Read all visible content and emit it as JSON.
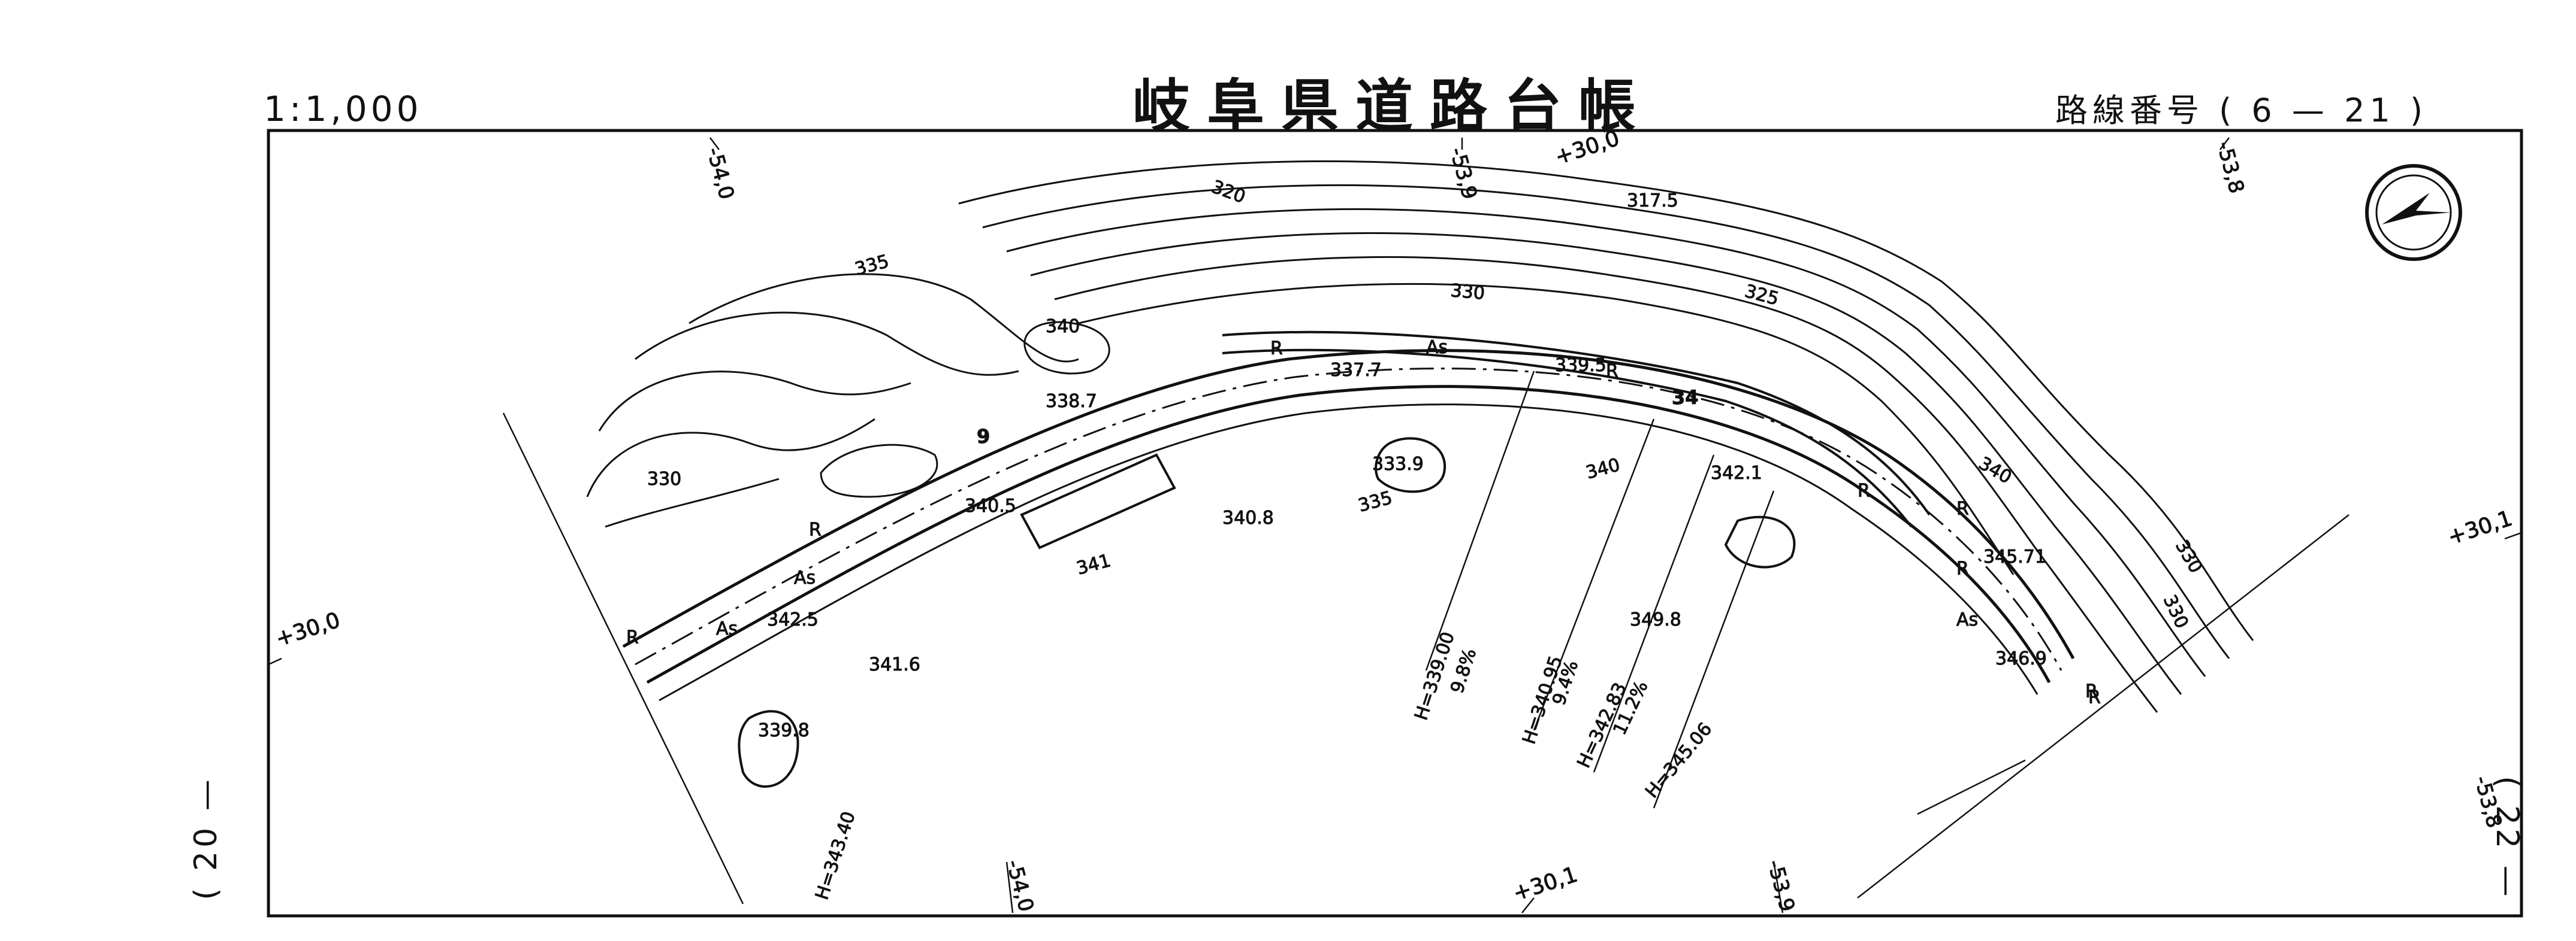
{
  "header": {
    "scale": "1:1,000",
    "title": "岐阜県道路台帳",
    "route_prefix": "路線番号",
    "route_value": "( 6 — 21 )"
  },
  "sheet_codes": {
    "left": "( 20 —",
    "right": "( 22 —"
  },
  "grid_labels": [
    "-54,0",
    "-53,9",
    "+30,0",
    "-53,8",
    "+30,1",
    "+30,0",
    "-53,8",
    "-54,0",
    "+30,1",
    "-53,9"
  ],
  "contour_labels": [
    "320",
    "317.5",
    "330",
    "325",
    "335",
    "340",
    "330",
    "340",
    "330",
    "335",
    "341",
    "340",
    "330"
  ],
  "spot_heights": [
    "337.7",
    "339.5",
    "338.7",
    "333.9",
    "340.8",
    "340.5",
    "342.1",
    "345.71",
    "349.8",
    "342.5",
    "341.6",
    "339.8",
    "346.9"
  ],
  "road_labels": [
    "R",
    "As",
    "R",
    "R",
    "As",
    "R",
    "R",
    "As",
    "R",
    "R",
    "R",
    "As",
    "R"
  ],
  "markers": [
    "9",
    "34"
  ],
  "grade_labels": [
    "H=339.00",
    "9.8%",
    "H=340.95",
    "9.4%",
    "H=342.83",
    "11.2%",
    "H=345.06",
    "H=343.40"
  ],
  "north_arrow": "north-arrow"
}
